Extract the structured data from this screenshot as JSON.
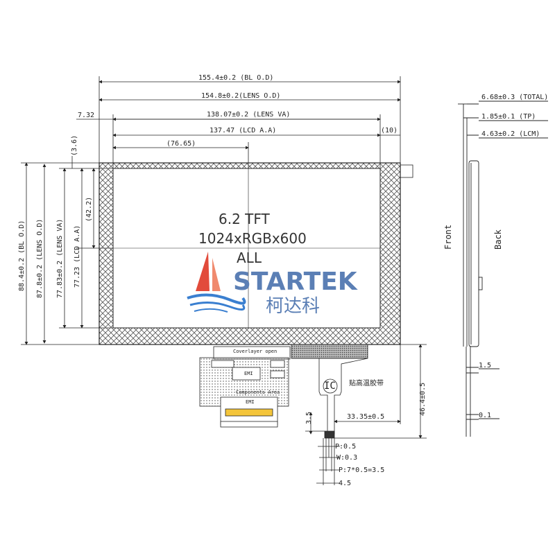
{
  "panel": {
    "size_text": "6.2 TFT",
    "resolution_text": "1024xRGBx600",
    "all_text": "ALL"
  },
  "logo": {
    "name": "STARTEK",
    "cn": "柯达科"
  },
  "dims": {
    "bl_od_w": "155.4±0.2 (BL O.D)",
    "lens_od_w": "154.8±0.2(LENS O.D)",
    "lens_va_w": "138.07±0.2 (LENS VA)",
    "lcd_aa_w": "137.47 (LCD A.A)",
    "offset_732": "7.32",
    "offset_10": "(10)",
    "offset_36": "(3.6)",
    "center_7665": "(76.65)",
    "bl_od_h": "88.4±0.2 (BL O.D)",
    "lens_od_h": "87.8±0.2 (LENS O.D)",
    "lens_va_h": "77.83±0.2 (LENS VA)",
    "lcd_aa_h": "77.23 (LCD A.A)",
    "center_422": "(42.2)",
    "fpc_h": "46.4±0.5",
    "fpc_w": "33.35±0.5",
    "fpc_35": "3.5",
    "pitch": "P:0.5",
    "width": "W:0.3",
    "pins": "P:7*0.5=3.5",
    "fpc_45": "4.5",
    "total": "6.68±0.3 (TOTAL)",
    "tp": "1.85±0.1 (TP)",
    "lcm": "4.63±0.2 (LCM)",
    "side_15": "1.5",
    "side_01": "0.1"
  },
  "labels": {
    "front": "Front",
    "back": "Back",
    "ic": "IC",
    "tape": "贴高温胶带",
    "coverlayer": "Coverlayer open",
    "emi1": "EMI",
    "components": "Components Area",
    "emi2": "EMI"
  }
}
